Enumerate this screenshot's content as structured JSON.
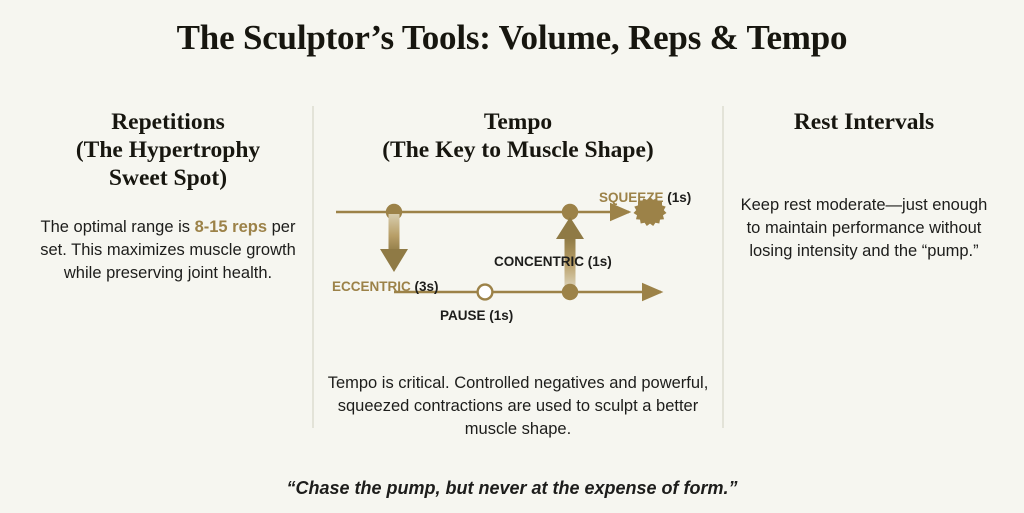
{
  "slide": {
    "title": "The Sculptor’s Tools: Volume, Reps & Tempo",
    "background_color": "#f6f6f0",
    "accent_color": "#9c8248",
    "text_color": "#1d1d1b",
    "divider_color": "#e3e3d8"
  },
  "columns": {
    "left": {
      "heading": "Repetitions\n(The Hypertrophy\nSweet Spot)",
      "heading_line1": "Repetitions",
      "heading_line2": "(The Hypertrophy",
      "heading_line3": "Sweet Spot)",
      "body_before": "The optimal range is ",
      "body_highlight": "8-15 reps",
      "body_after": " per set. This maximizes muscle growth while preserving joint health."
    },
    "middle": {
      "heading_line1": "Tempo",
      "heading_line2": "(The Key to Muscle Shape)",
      "body": "Tempo is critical. Controlled negatives and powerful, squeezed contractions are used to sculpt a better muscle shape."
    },
    "right": {
      "heading": "Rest Intervals",
      "body": "Keep rest moderate—just enough to maintain performance without losing intensity and the “pump.”"
    }
  },
  "tempo_diagram": {
    "phases": [
      {
        "id": "eccentric",
        "name": "ECCENTRIC",
        "duration": "(3s)",
        "name_color": "#9c8248",
        "duration_color": "#1d1d1b"
      },
      {
        "id": "pause",
        "name": "PAUSE",
        "duration": "(1s)",
        "name_color": "#1d1d1b",
        "duration_color": "#1d1d1b"
      },
      {
        "id": "concentric",
        "name": "CONCENTRIC",
        "duration": "(1s)",
        "name_color": "#1d1d1b",
        "duration_color": "#1d1d1b"
      },
      {
        "id": "squeeze",
        "name": "SQUEEZE",
        "duration": "(1s)",
        "name_color": "#9c8248",
        "duration_color": "#1d1d1b"
      }
    ],
    "labels": {
      "eccentric_name": "ECCENTRIC",
      "eccentric_duration": "(3s)",
      "pause_name": "PAUSE",
      "pause_duration": "(1s)",
      "concentric_name": "CONCENTRIC",
      "concentric_duration": "(1s)",
      "squeeze_name": "SQUEEZE",
      "squeeze_duration": "(1s)"
    },
    "line_color": "#9c8248",
    "marker_fill": "#9c8248",
    "pause_marker_fill": "#ffffff"
  },
  "footer": {
    "quote": "“Chase the pump, but never at the expense of form.”"
  }
}
